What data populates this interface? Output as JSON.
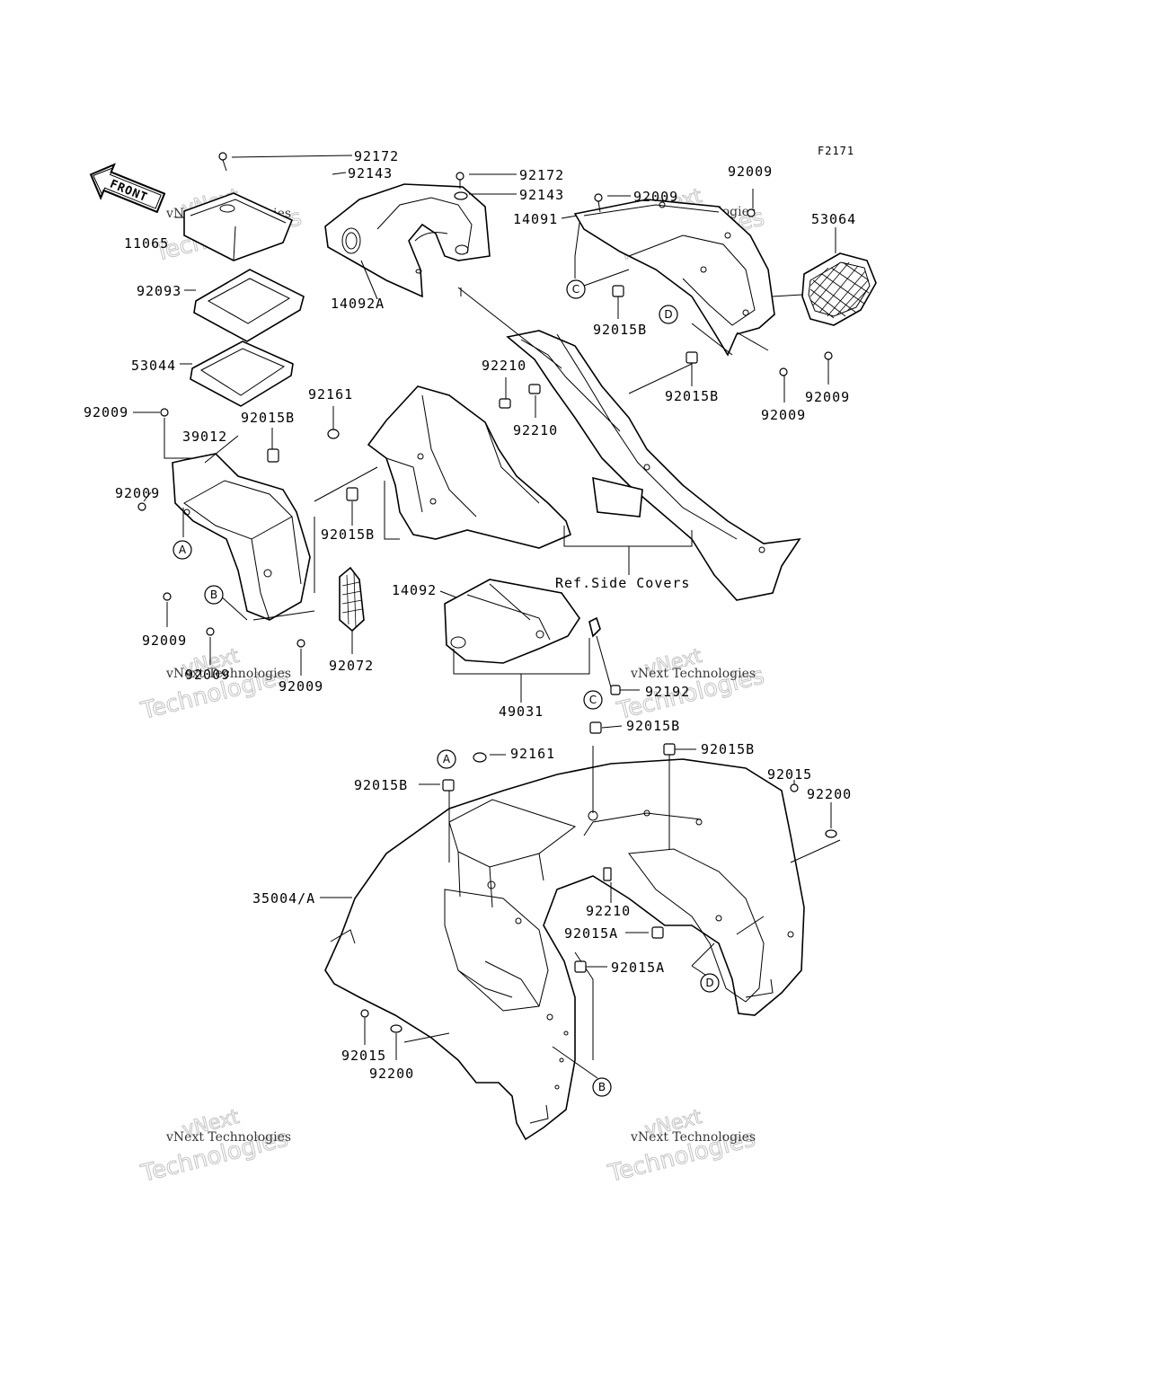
{
  "figure_code": "F2171",
  "front_arrow": "FRONT",
  "ref_note": "Ref.Side Covers",
  "parts": [
    "92172",
    "92143",
    "92172",
    "92143",
    "14092A",
    "92009",
    "92009",
    "14091",
    "53064",
    "92015B",
    "92009",
    "92009",
    "92015B",
    "11065",
    "92093",
    "53044",
    "92009",
    "39012",
    "92015B",
    "92161",
    "92009",
    "92015B",
    "92210",
    "92210",
    "92009",
    "92009",
    "92009",
    "92072",
    "14092",
    "49031",
    "92192",
    "92015B",
    "92015B",
    "92161",
    "92015B",
    "92015",
    "92200",
    "35004/A",
    "92210",
    "92015A",
    "92015A",
    "92015",
    "92200"
  ],
  "refs": [
    "A",
    "B",
    "C",
    "D",
    "C",
    "A",
    "D",
    "B"
  ],
  "watermark": {
    "line1": "vNext Technologies",
    "line2": "Technologies",
    "line3": "vNext"
  }
}
